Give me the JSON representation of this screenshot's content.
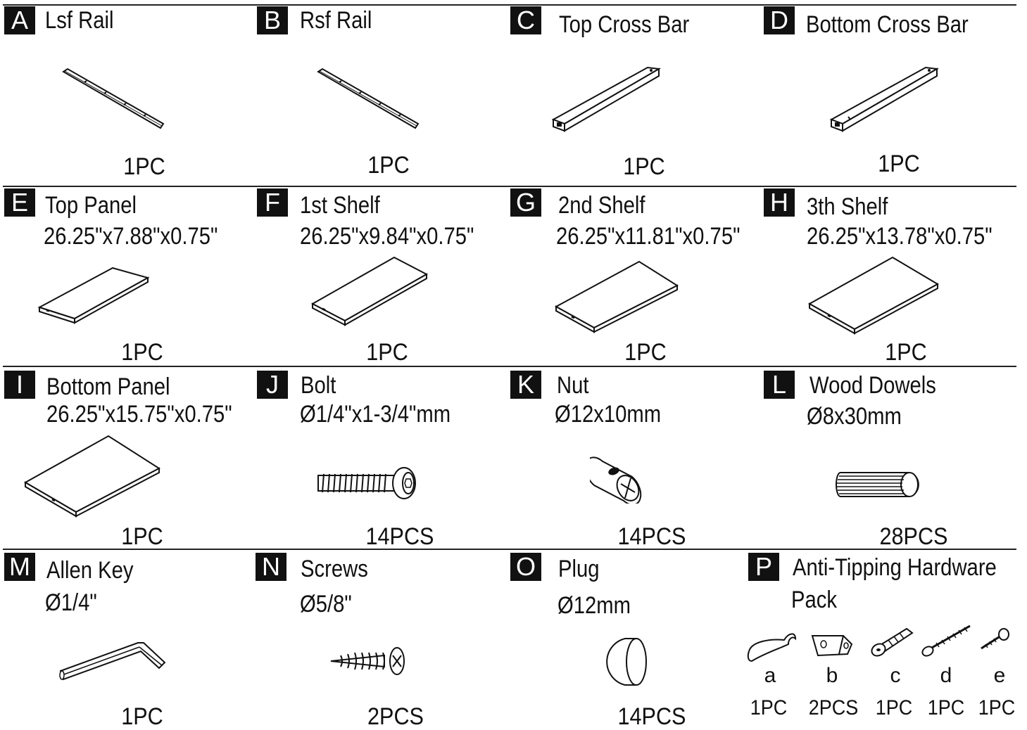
{
  "parts": [
    {
      "letter": "A",
      "name": "Lsf Rail",
      "dims": "",
      "qty": "1PC",
      "icon": "rail-icon"
    },
    {
      "letter": "B",
      "name": "Rsf  Rail",
      "dims": "",
      "qty": "1PC",
      "icon": "rail-icon"
    },
    {
      "letter": "C",
      "name": "Top Cross Bar",
      "dims": "",
      "qty": "1PC",
      "icon": "cross-bar-icon"
    },
    {
      "letter": "D",
      "name": "Bottom Cross Bar",
      "dims": "",
      "qty": "1PC",
      "icon": "cross-bar-icon"
    },
    {
      "letter": "E",
      "name": "Top Panel",
      "dims": "26.25\"x7.88\"x0.75\"",
      "qty": "1PC",
      "icon": "panel-icon"
    },
    {
      "letter": "F",
      "name": "1st Shelf",
      "dims": "26.25\"x9.84\"x0.75\"",
      "qty": "1PC",
      "icon": "panel-icon"
    },
    {
      "letter": "G",
      "name": "2nd Shelf",
      "dims": "26.25\"x11.81\"x0.75\"",
      "qty": "1PC",
      "icon": "panel-icon"
    },
    {
      "letter": "H",
      "name": "3th Shelf",
      "dims": "26.25\"x13.78\"x0.75\"",
      "qty": "1PC",
      "icon": "panel-icon"
    },
    {
      "letter": "I",
      "name": "Bottom Panel",
      "dims": "26.25\"x15.75\"x0.75\"",
      "qty": "1PC",
      "icon": "panel-icon"
    },
    {
      "letter": "J",
      "name": "Bolt",
      "dims": "Ø1/4\"x1-3/4\"mm",
      "qty": "14PCS",
      "icon": "bolt-icon"
    },
    {
      "letter": "K",
      "name": "Nut",
      "dims": "Ø12x10mm",
      "qty": "14PCS",
      "icon": "barrel-nut-icon"
    },
    {
      "letter": "L",
      "name": "Wood Dowels",
      "dims": "Ø8x30mm",
      "qty": "28PCS",
      "icon": "dowel-icon"
    },
    {
      "letter": "M",
      "name": "Allen Key",
      "dims": "Ø1/4\"",
      "qty": "1PC",
      "icon": "allen-key-icon"
    },
    {
      "letter": "N",
      "name": "Screws",
      "dims": "Ø5/8\"",
      "qty": "2PCS",
      "icon": "screw-icon"
    },
    {
      "letter": "O",
      "name": "Plug",
      "dims": "Ø12mm",
      "qty": "14PCS",
      "icon": "plug-icon"
    },
    {
      "letter": "P",
      "name": "Anti-Tipping Hardware",
      "dims": "Pack",
      "qty": "",
      "icon": "hardware-pack-icon"
    }
  ],
  "anti_tip_items": [
    {
      "label": "a",
      "qty": "1PC",
      "icon": "strap-icon"
    },
    {
      "label": "b",
      "qty": "2PCS",
      "icon": "bracket-icon"
    },
    {
      "label": "c",
      "qty": "1PC",
      "icon": "wall-anchor-icon"
    },
    {
      "label": "d",
      "qty": "1PC",
      "icon": "long-screw-icon"
    },
    {
      "label": "e",
      "qty": "1PC",
      "icon": "short-screw-icon"
    }
  ]
}
